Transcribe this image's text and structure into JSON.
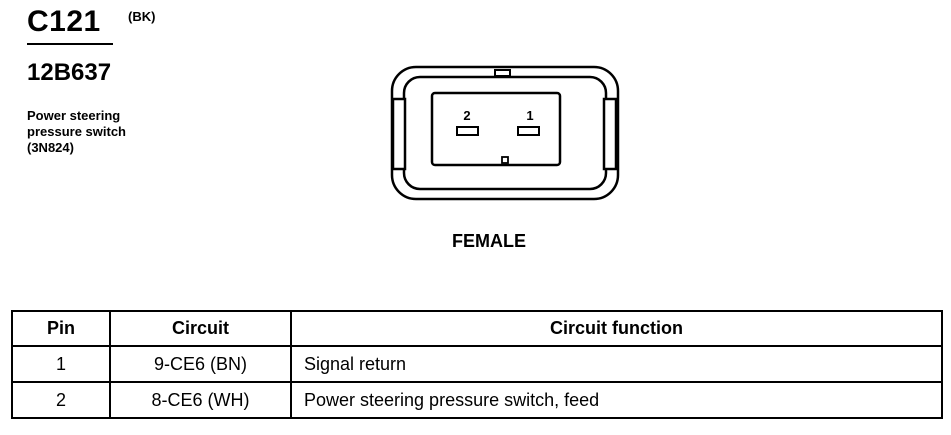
{
  "connector": {
    "id": "C121",
    "color_code": "(BK)",
    "part_number": "12B637",
    "description_lines": [
      "Power steering",
      "pressure switch",
      "(3N824)"
    ],
    "gender": "FEMALE"
  },
  "cavities": [
    {
      "label": "2"
    },
    {
      "label": "1"
    }
  ],
  "table": {
    "headers": [
      "Pin",
      "Circuit",
      "Circuit function"
    ],
    "rows": [
      {
        "pin": "1",
        "circuit": "9-CE6 (BN)",
        "function": "Signal return"
      },
      {
        "pin": "2",
        "circuit": "8-CE6 (WH)",
        "function": "Power steering pressure switch, feed"
      }
    ]
  }
}
